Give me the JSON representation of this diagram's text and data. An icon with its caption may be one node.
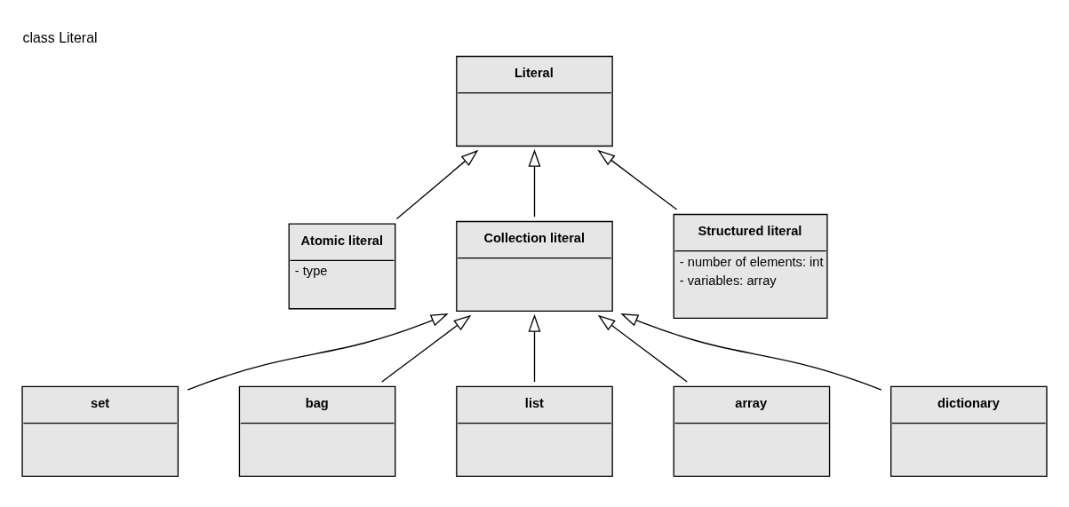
{
  "diagram": {
    "title": "class Literal",
    "nodes": [
      {
        "text": [
          "Literal"
        ]
      },
      {
        "text": [
          "Atomic literal",
          "- type"
        ]
      },
      {
        "text": [
          "Collection literal"
        ]
      },
      {
        "text": [
          "Structured literal",
          "- number of elements: int",
          "- variables: array"
        ]
      },
      {
        "text": [
          "set"
        ]
      },
      {
        "text": [
          "bag"
        ]
      },
      {
        "text": [
          "list"
        ]
      },
      {
        "text": [
          "array"
        ]
      },
      {
        "text": [
          "dictionary"
        ]
      }
    ],
    "edges": [
      {
        "from": 1,
        "to": 0,
        "arrow": "to"
      },
      {
        "from": 2,
        "to": 0,
        "arrow": "to"
      },
      {
        "from": 3,
        "to": 0,
        "arrow": "to"
      },
      {
        "from": 4,
        "to": 2,
        "arrow": "to"
      },
      {
        "from": 5,
        "to": 2,
        "arrow": "to"
      },
      {
        "from": 6,
        "to": 2,
        "arrow": "to"
      },
      {
        "from": 7,
        "to": 2,
        "arrow": "to"
      },
      {
        "from": 8,
        "to": 2,
        "arrow": "to"
      }
    ]
  }
}
